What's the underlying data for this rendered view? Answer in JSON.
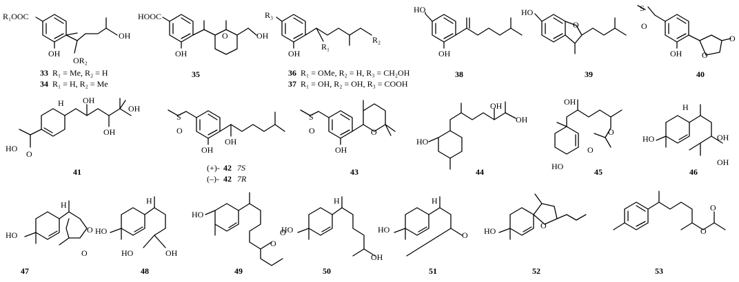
{
  "compounds": {
    "c33": {
      "number": "33",
      "caption": "R₁ = Me, R₂ = H",
      "labels": {
        "ester": "R₁OOC",
        "oh_ring": "OH",
        "or2": "OR₂",
        "oh_chain": "OH"
      }
    },
    "c34": {
      "number": "34",
      "caption": "R₁ = H, R₂ = Me"
    },
    "c35": {
      "number": "35",
      "labels": {
        "acid": "HOOC",
        "oh_ring": "OH",
        "o": "O",
        "oh_chain": "OH"
      }
    },
    "c36": {
      "number": "36",
      "caption": "R₁ = OMe, R₂ = H, R₃ = CH₂OH",
      "labels": {
        "r3": "R₃",
        "oh_ring": "OH",
        "r1": "R₁",
        "r2": "R₂"
      }
    },
    "c37": {
      "number": "37",
      "caption": "R₁ = OH, R₂ = OH, R₃ = COOH"
    },
    "c38": {
      "number": "38",
      "labels": {
        "ho": "HO",
        "oh": "OH"
      }
    },
    "c39": {
      "number": "39",
      "labels": {
        "ho": "HO",
        "o": "O"
      }
    },
    "c40": {
      "number": "40",
      "labels": {
        "s": "S",
        "o_s": "O",
        "oh": "OH",
        "o_ring": "O",
        "o_carbonyl": "O"
      }
    },
    "c41": {
      "number": "41",
      "labels": {
        "h": "H",
        "oh1": "OH",
        "oh2": "OH",
        "oh3": "OH",
        "o": "O",
        "ho": "HO"
      }
    },
    "c42": {
      "number": "42",
      "prefix_plus": "(+)-",
      "prefix_minus": "(–)-",
      "stereo_plus": "7S",
      "stereo_minus": "7R",
      "labels": {
        "s": "S",
        "o": "O",
        "oh_ring": "OH",
        "oh_chain": "OH"
      }
    },
    "c43": {
      "number": "43",
      "labels": {
        "s": "S",
        "o_s": "O",
        "oh": "OH",
        "o_ring": "O"
      }
    },
    "c44": {
      "number": "44",
      "labels": {
        "oh1": "OH",
        "oh2": "OH",
        "ho": "HO"
      }
    },
    "c45": {
      "number": "45",
      "labels": {
        "oh_top": "OH",
        "o_ester": "O",
        "o_carbonyl": "O",
        "ho": "HO"
      }
    },
    "c46": {
      "number": "46",
      "labels": {
        "h": "H",
        "ho": "HO",
        "oh1": "OH",
        "oh2": "OH"
      }
    },
    "c47": {
      "number": "47",
      "labels": {
        "h": "H",
        "ho": "HO",
        "o_ring": "O",
        "o_carbonyl": "O"
      }
    },
    "c48": {
      "number": "48",
      "labels": {
        "h": "H",
        "ho1": "HO",
        "ho2": "HO",
        "oh": "OH"
      }
    },
    "c49": {
      "number": "49",
      "labels": {
        "ho": "HO",
        "o_ester": "O",
        "o_carbonyl": "O"
      }
    },
    "c50": {
      "number": "50",
      "labels": {
        "h": "H",
        "ho": "HO",
        "oh": "OH"
      }
    },
    "c51": {
      "number": "51",
      "labels": {
        "h": "H",
        "ho": "HO",
        "o": "O"
      }
    },
    "c52": {
      "number": "52",
      "labels": {
        "ho": "HO",
        "o": "O"
      }
    },
    "c53": {
      "number": "53",
      "labels": {
        "o_ester": "O",
        "o_carbonyl": "O"
      }
    }
  }
}
